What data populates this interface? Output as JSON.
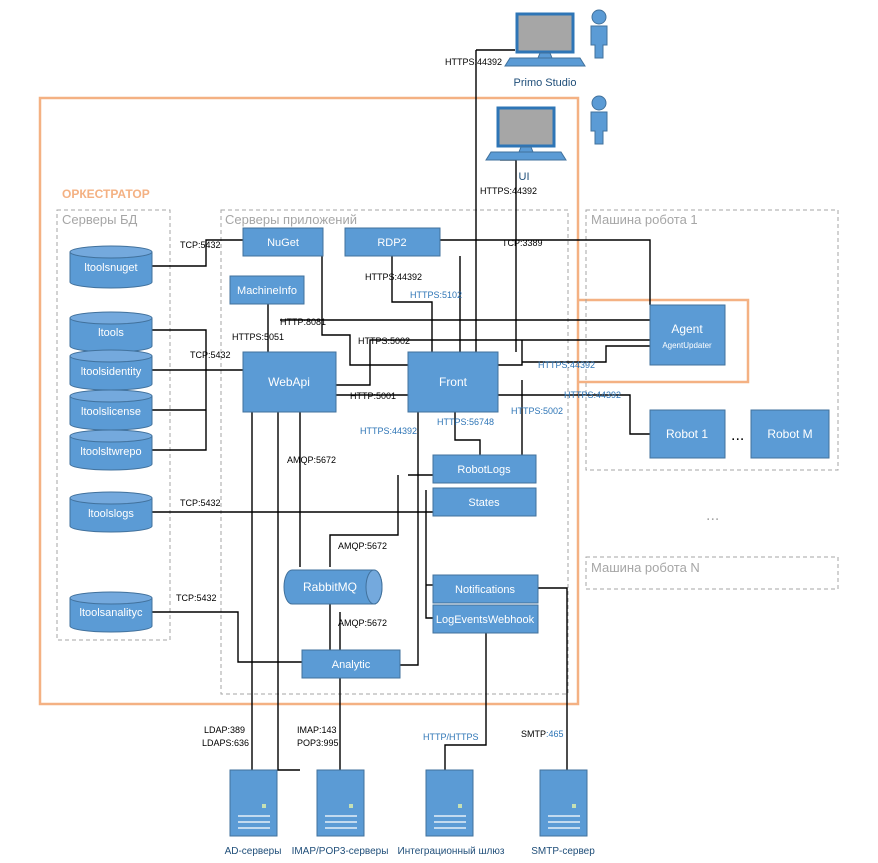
{
  "orchestrator_title": "ОРКЕСТРАТОР",
  "regions": {
    "db_servers": "Серверы БД",
    "app_servers": "Серверы приложений",
    "robot_machine_1": "Машина робота 1",
    "robot_machine_n": "Машина робота N"
  },
  "databases": [
    "ltoolsnuget",
    "ltools",
    "ltoolsidentity",
    "ltoolslicense",
    "ltoolsltwrepo",
    "ltoolslogs",
    "ltoolsanalityc"
  ],
  "components": {
    "nuget": "NuGet",
    "rdp2": "RDP2",
    "machineinfo": "MachineInfo",
    "webapi": "WebApi",
    "front": "Front",
    "robotlogs": "RobotLogs",
    "states": "States",
    "rabbitmq": "RabbitMQ",
    "notifications": "Notifications",
    "logeventswebhook": "LogEventsWebhook",
    "analytic": "Analytic",
    "agent": "Agent",
    "agent_updater": "AgentUpdater",
    "robot1": "Robot 1",
    "robotm": "Robot M",
    "robots_ellipsis": "...",
    "machines_ellipsis": "..."
  },
  "clients": {
    "studio": "Primo Studio",
    "ui": "UI"
  },
  "servers": {
    "ad": "AD-серверы",
    "mail": "IMAP/POP3-серверы",
    "gateway": "Интеграционный шлюз",
    "smtp": "SMTP-сервер"
  },
  "labels": {
    "https44392": "HTTPS:44392",
    "tcp5432": "TCP:5432",
    "tcp3389": "TCP:3389",
    "https5102": "HTTPS:5102",
    "http8081": "HTTP:8081",
    "https5051": "HTTPS:5051",
    "https5002": "HTTPS:5002",
    "http5001": "HTTP:5001",
    "https56748": "HTTPS:56748",
    "amqp5672": "AMQP:5672",
    "ldap389": "LDAP:389",
    "ldaps636": "LDAPS:636",
    "imap143": "IMAP:143",
    "pop3995": "POP3:995",
    "http_https": "HTTP/HTTPS",
    "smtp_prefix": "SMTP",
    "smtp_port": ":465"
  },
  "colors": {
    "box_fill": "#5b9bd5",
    "box_stroke": "#41719c",
    "orchestrator_border": "#f4b183",
    "region_border": "#a6a6a6",
    "label_blue": "#2e75b6",
    "caption": "#1f4e79"
  }
}
